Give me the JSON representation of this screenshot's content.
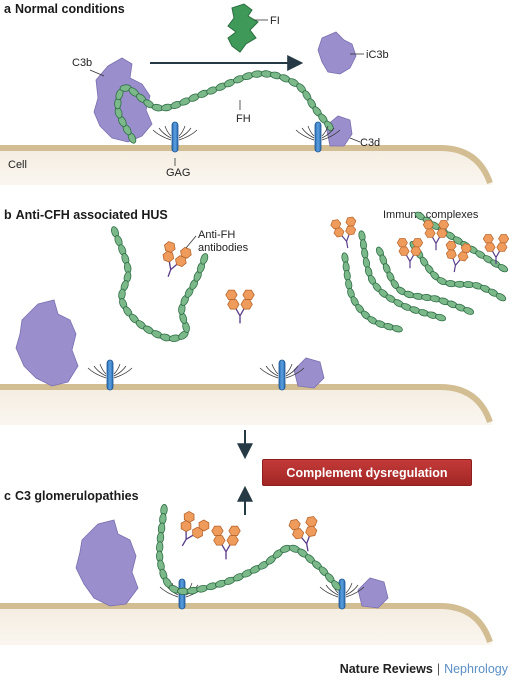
{
  "panels": [
    {
      "letter": "a",
      "title": "Normal conditions"
    },
    {
      "letter": "b",
      "title": "Anti-CFH associated HUS"
    },
    {
      "letter": "c",
      "title": "C3 glomerulopathies"
    }
  ],
  "labels": {
    "fi": "FI",
    "c3b": "C3b",
    "ic3b": "iC3b",
    "fh": "FH",
    "c3d": "C3d",
    "gag": "GAG",
    "cell": "Cell",
    "anti_fh_line1": "Anti-FH",
    "anti_fh_line2": "antibodies",
    "immune_complexes": "Immune complexes"
  },
  "center_box": "Complement dysregulation",
  "footer": {
    "journal": "Nature Reviews",
    "separator": "|",
    "section": "Nephrology"
  },
  "colors": {
    "fh_bead": "#7cb98a",
    "fh_stroke": "#2f6e45",
    "c3": "#9a8fcc",
    "antibody": "#ef9b5b",
    "gag": "#3a7ec6",
    "membrane": "#d9c6a0",
    "arrow": "#263a45",
    "callout": "#b02e2c",
    "fi": "#3f9a5a"
  }
}
